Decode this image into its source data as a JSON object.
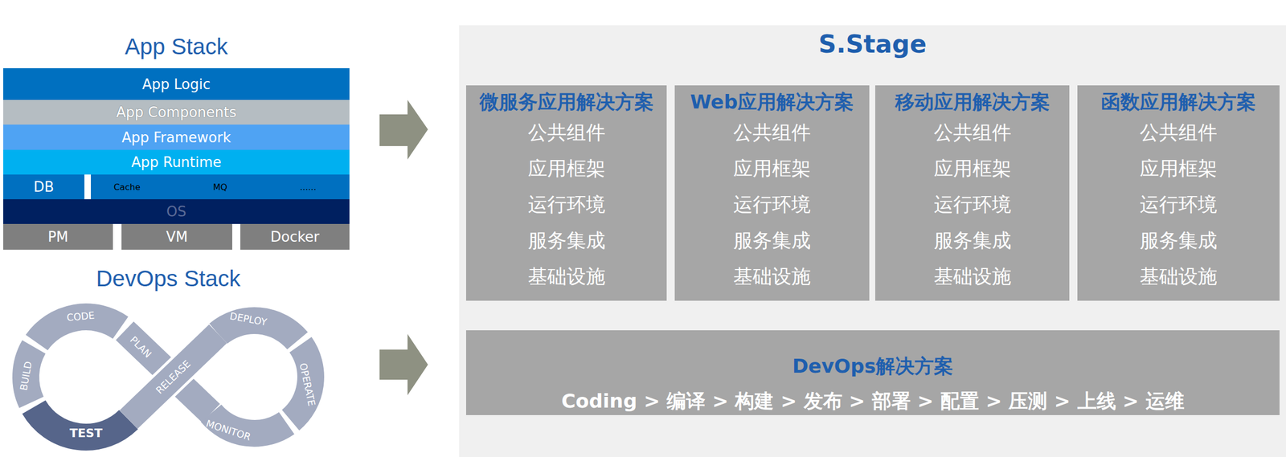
{
  "diagram": {
    "nodes": [
      {
        "text": [
          "App Stack"
        ]
      },
      {
        "text": [
          "App Logic"
        ],
        "in": 0
      },
      {
        "text": [
          "App Components"
        ],
        "in": 0
      },
      {
        "text": [
          "App Framework"
        ],
        "in": 0
      },
      {
        "text": [
          "App Runtime"
        ],
        "in": 0
      },
      {
        "text": [
          "DB"
        ],
        "in": 0
      },
      {
        "text": [
          "Cache",
          "MQ",
          "......"
        ],
        "in": 0
      },
      {
        "text": [
          "OS"
        ],
        "in": 0
      },
      {
        "text": [
          "PM"
        ],
        "in": 0
      },
      {
        "text": [
          "VM"
        ],
        "in": 0
      },
      {
        "text": [
          "Docker"
        ],
        "in": 0
      },
      {
        "text": [
          "S.Stage"
        ]
      },
      {
        "text": [
          "微服务应用解决方案",
          "公共组件",
          "应用框架",
          "运行环境",
          "服务集成",
          "基础设施"
        ],
        "in": 11
      },
      {
        "text": [
          "Web应用解决方案",
          "公共组件",
          "应用框架",
          "运行环境",
          "服务集成",
          "基础设施"
        ],
        "in": 11
      },
      {
        "text": [
          "移动应用解决方案",
          "公共组件",
          "应用框架",
          "运行环境",
          "服务集成",
          "基础设施"
        ],
        "in": 11
      },
      {
        "text": [
          "函数应用解决方案",
          "公共组件",
          "应用框架",
          "运行环境",
          "服务集成",
          "基础设施"
        ],
        "in": 11
      },
      {
        "text": [
          "DevOps解决方案",
          "Coding > 编译 > 构建 > 发布 > 部署 > 配置 > 压测 > 上线 > 运维"
        ],
        "in": 11
      }
    ],
    "labels": [
      "DevOps Stack",
      "CODE",
      "BUILD",
      "TEST",
      "PLAN",
      "RELEASE",
      "DEPLOY",
      "OPERATE",
      "MONITOR"
    ]
  }
}
